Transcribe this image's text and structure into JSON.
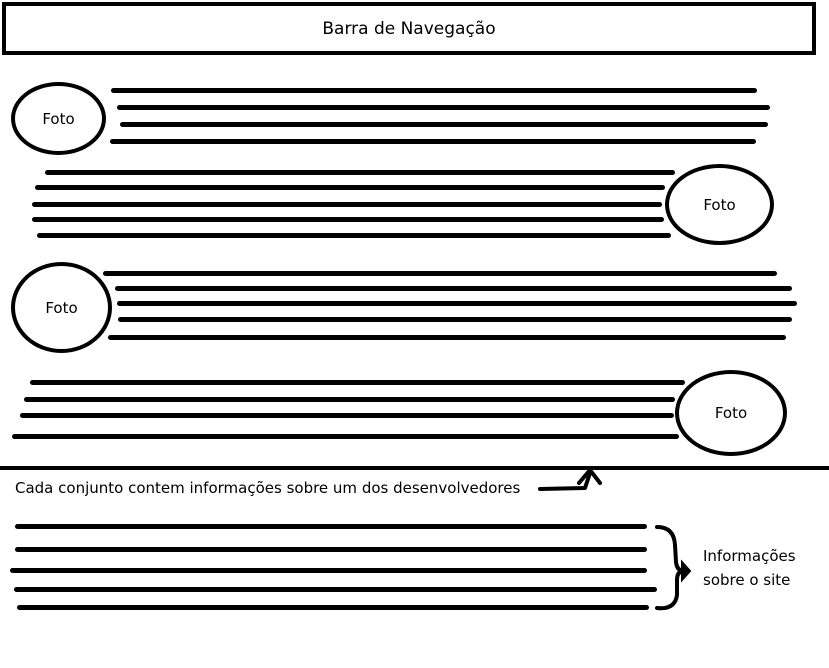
{
  "navbar": {
    "title": "Barra de Navegação"
  },
  "developers": [
    {
      "photo_label": "Foto"
    },
    {
      "photo_label": "Foto"
    },
    {
      "photo_label": "Foto"
    },
    {
      "photo_label": "Foto"
    }
  ],
  "annotation": {
    "text": "Cada conjunto contem informações sobre um dos desenvolvedores"
  },
  "footer": {
    "label_line1": "Informações",
    "label_line2": "sobre o site"
  }
}
